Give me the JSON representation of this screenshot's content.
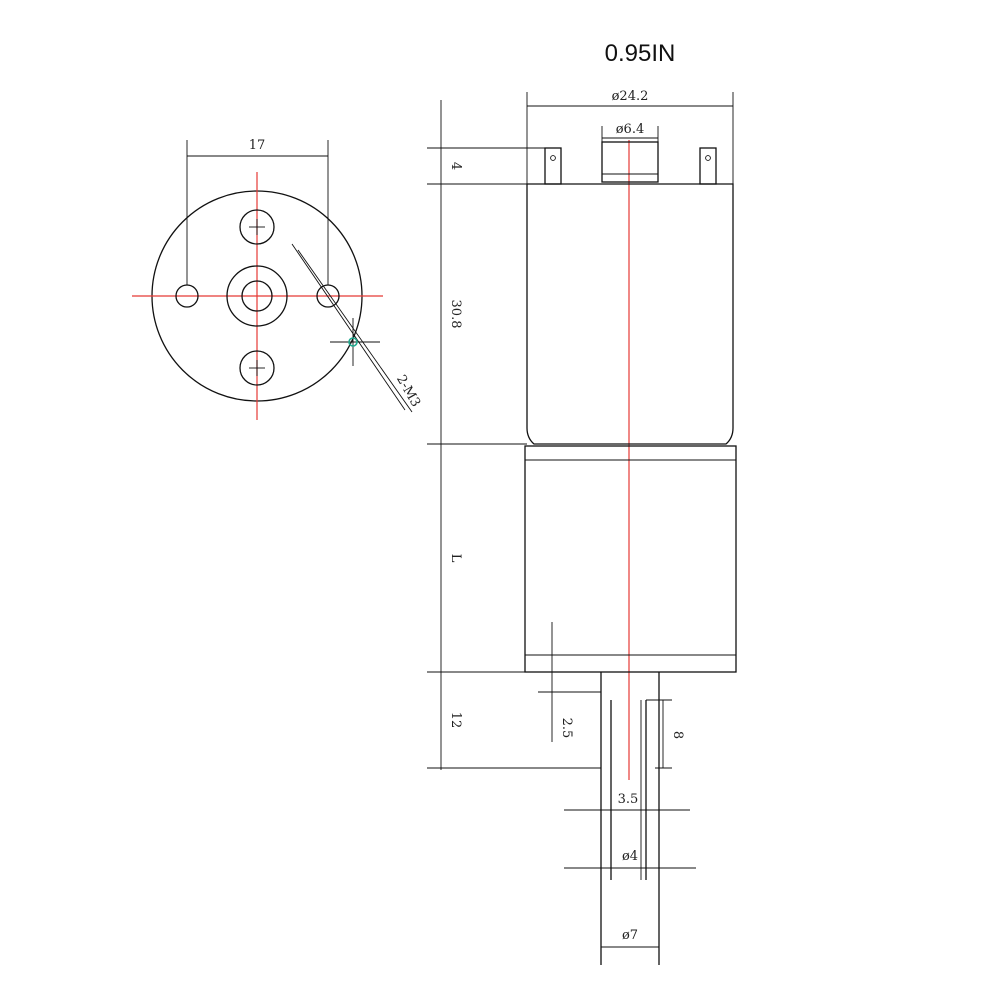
{
  "title": "0.95IN",
  "dimensions": {
    "pitch": "17",
    "thread": "2-M3",
    "diameter_body": "ø24.2",
    "diameter_boss": "ø6.4",
    "terminal_height": "4",
    "motor_length": "30.8",
    "gearbox_length": "L",
    "shaft_length": "12",
    "boss_height": "2.5",
    "flat_length": "8",
    "flat_width": "3.5",
    "shaft_diameter": "ø4",
    "collar_diameter": "ø7"
  },
  "colors": {
    "line": "#111111",
    "centerline": "#e53935",
    "marker": "#1faa8f"
  }
}
